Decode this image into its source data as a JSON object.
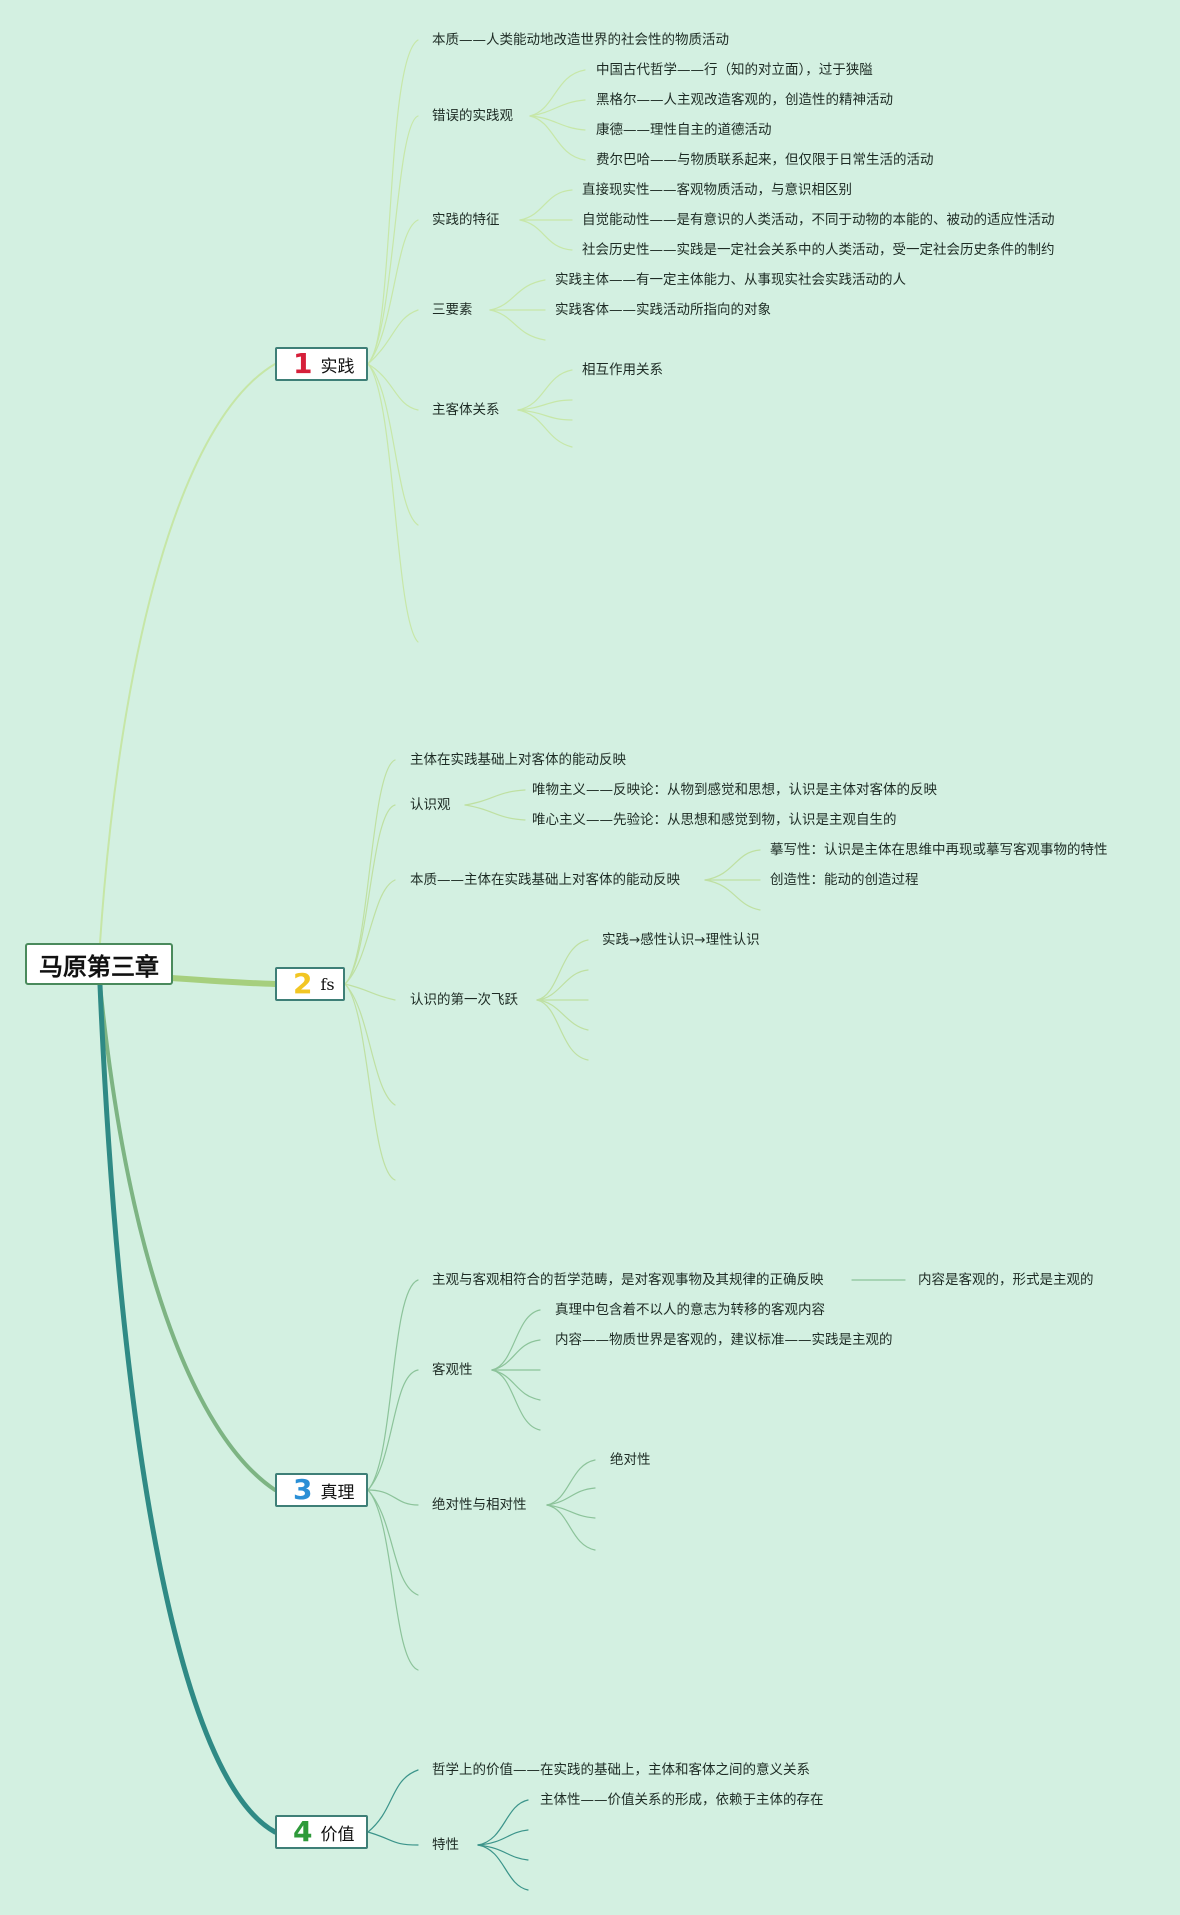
{
  "root": {
    "title": "马原第三章"
  },
  "branches": [
    {
      "num": "1",
      "num_color": "#d61f3a",
      "label": "实践",
      "items": {
        "essence": "本质——人类能动地改造世界的社会性的物质活动",
        "wrong_views": {
          "label": "错误的实践观",
          "children": [
            "中国古代哲学——行（知的对立面），过于狭隘",
            "黑格尔——人主观改造客观的，创造性的精神活动",
            "康德——理性自主的道德活动",
            "费尔巴哈——与物质联系起来，但仅限于日常生活的活动"
          ]
        },
        "features": {
          "label": "实践的特征",
          "children": [
            "直接现实性——客观物质活动，与意识相区别",
            "自觉能动性——是有意识的人类活动，不同于动物的本能的、被动的适应性活动",
            "社会历史性——实践是一定社会关系中的人类活动，受一定社会历史条件的制约"
          ]
        },
        "three_elements": {
          "label": "三要素",
          "children": [
            "实践主体——有一定主体能力、从事现实社会实践活动的人",
            "实践客体——实践活动所指向的对象"
          ]
        },
        "subject_object": {
          "label": "主客体关系",
          "children": [
            "相互作用关系"
          ]
        }
      }
    },
    {
      "num": "2",
      "num_color": "#f2c623",
      "label": "fs",
      "items": {
        "definition": "主体在实践基础上对客体的能动反映",
        "cognition_view": {
          "label": "认识观",
          "children": [
            "唯物主义——反映论：从物到感觉和思想，认识是主体对客体的反映",
            "唯心主义——先验论：从思想和感觉到物，认识是主观自生的"
          ]
        },
        "essence": {
          "label": "本质——主体在实践基础上对客体的能动反映",
          "children": [
            "摹写性：认识是主体在思维中再现或摹写客观事物的特性",
            "创造性：能动的创造过程"
          ]
        },
        "first_leap": {
          "label": "认识的第一次飞跃",
          "children": [
            "实践→感性认识→理性认识"
          ]
        }
      }
    },
    {
      "num": "3",
      "num_color": "#2a8fd6",
      "label": "真理",
      "items": {
        "definition": "主观与客观相符合的哲学范畴，是对客观事物及其规律的正确反映",
        "definition_child": "内容是客观的，形式是主观的",
        "objectivity": {
          "label": "客观性",
          "children": [
            "真理中包含着不以人的意志为转移的客观内容",
            "内容——物质世界是客观的，建议标准——实践是主观的"
          ]
        },
        "absolute_relative": {
          "label": "绝对性与相对性",
          "children": [
            "绝对性"
          ]
        }
      }
    },
    {
      "num": "4",
      "num_color": "#2e9a3a",
      "label": "价值",
      "items": {
        "definition": "哲学上的价值——在实践的基础上，主体和客体之间的意义关系",
        "traits": {
          "label": "特性",
          "children": [
            "主体性——价值关系的形成，依赖于主体的存在"
          ]
        }
      }
    }
  ],
  "colors": {
    "background": "#d3f0e1",
    "branch1_line": "#bfe3a1",
    "branch2_line": "#9ccb74",
    "branch3_line": "#7fb487",
    "branch4_line": "#2f8a85"
  }
}
